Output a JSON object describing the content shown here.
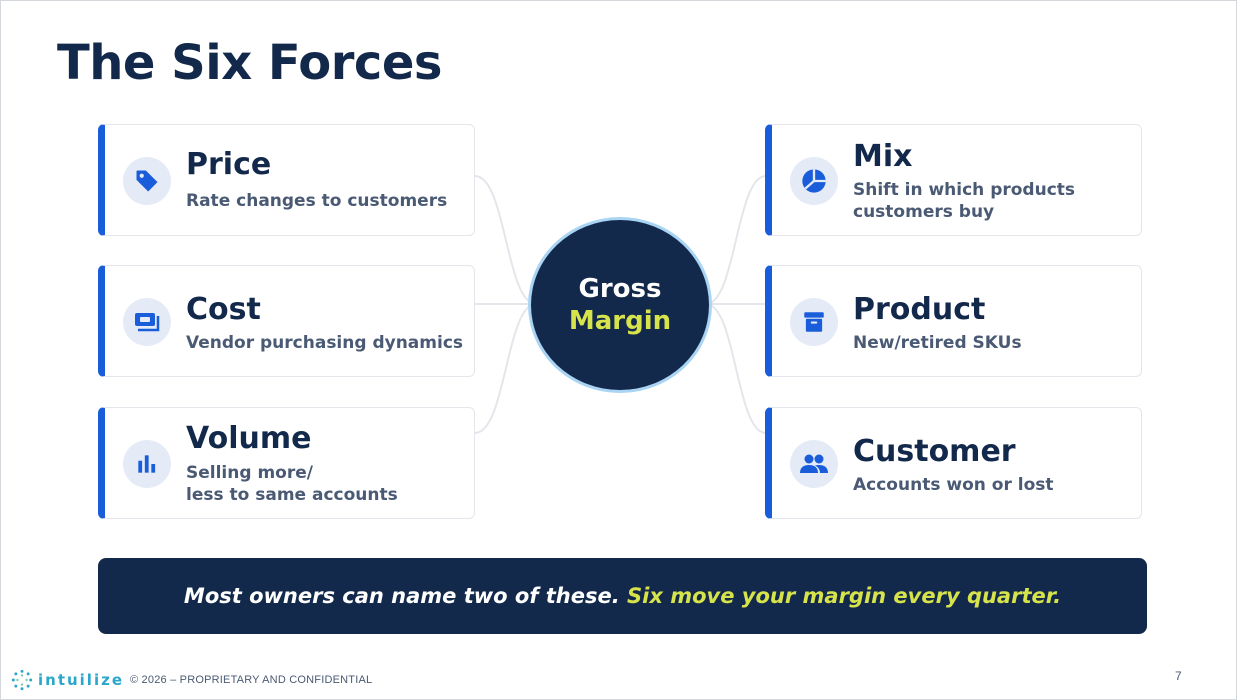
{
  "slide": {
    "title": "The Six Forces",
    "center": {
      "line1": "Gross",
      "line2": "Margin"
    },
    "forces_left": [
      {
        "title": "Price",
        "description": "Rate changes to customers",
        "icon": "price-tag-icon"
      },
      {
        "title": "Cost",
        "description": "Vendor purchasing dynamics",
        "icon": "money-stack-icon"
      },
      {
        "title": "Volume",
        "description": "Selling more/\nless to same accounts",
        "icon": "bar-chart-icon"
      }
    ],
    "forces_right": [
      {
        "title": "Mix",
        "description": "Shift in which products\ncustomers buy",
        "icon": "pie-chart-icon"
      },
      {
        "title": "Product",
        "description": "New/retired SKUs",
        "icon": "archive-box-icon"
      },
      {
        "title": "Customer",
        "description": "Accounts won or lost",
        "icon": "people-icon"
      }
    ],
    "banner": {
      "part1": "Most owners can name two of these.",
      "part2": "Six move your margin every quarter."
    },
    "footer": {
      "logo_text": "intuilize",
      "copyright": "© 2026 – PROPRIETARY AND CONFIDENTIAL",
      "page_number": "7"
    }
  },
  "colors": {
    "navy": "#13294b",
    "accent_blue": "#1a5ddb",
    "accent_yellow": "#d6e34a",
    "icon_bg": "#e4ebf6",
    "logo_teal": "#2aa7c9"
  }
}
